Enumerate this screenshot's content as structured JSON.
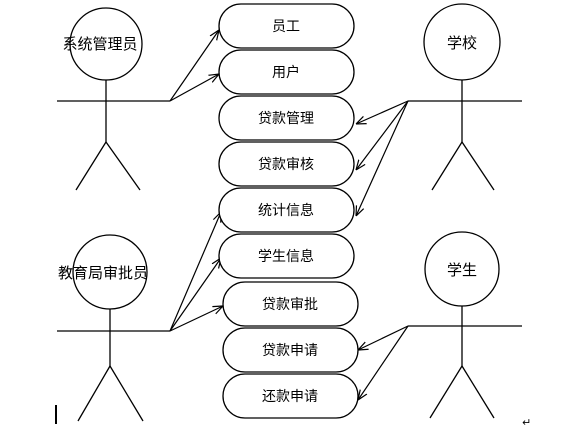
{
  "actors": [
    {
      "id": "admin",
      "label": "系统管理员"
    },
    {
      "id": "school",
      "label": "学校"
    },
    {
      "id": "approver",
      "label": "教育局审批员"
    },
    {
      "id": "student",
      "label": "学生"
    }
  ],
  "use_cases": [
    {
      "id": "uc1",
      "label": "员工"
    },
    {
      "id": "uc2",
      "label": "用户"
    },
    {
      "id": "uc3",
      "label": "贷款管理"
    },
    {
      "id": "uc4",
      "label": "贷款审核"
    },
    {
      "id": "uc5",
      "label": "统计信息"
    },
    {
      "id": "uc6",
      "label": "学生信息"
    },
    {
      "id": "uc7",
      "label": "贷款审批"
    },
    {
      "id": "uc8",
      "label": "贷款申请"
    },
    {
      "id": "uc9",
      "label": "还款申请"
    }
  ],
  "associations": [
    {
      "from": "admin",
      "to": "uc1"
    },
    {
      "from": "admin",
      "to": "uc2"
    },
    {
      "from": "school",
      "to": "uc3"
    },
    {
      "from": "school",
      "to": "uc4"
    },
    {
      "from": "school",
      "to": "uc5"
    },
    {
      "from": "approver",
      "to": "uc5"
    },
    {
      "from": "approver",
      "to": "uc6"
    },
    {
      "from": "approver",
      "to": "uc7"
    },
    {
      "from": "student",
      "to": "uc8"
    },
    {
      "from": "student",
      "to": "uc9"
    }
  ],
  "paragraph_mark": "↵"
}
